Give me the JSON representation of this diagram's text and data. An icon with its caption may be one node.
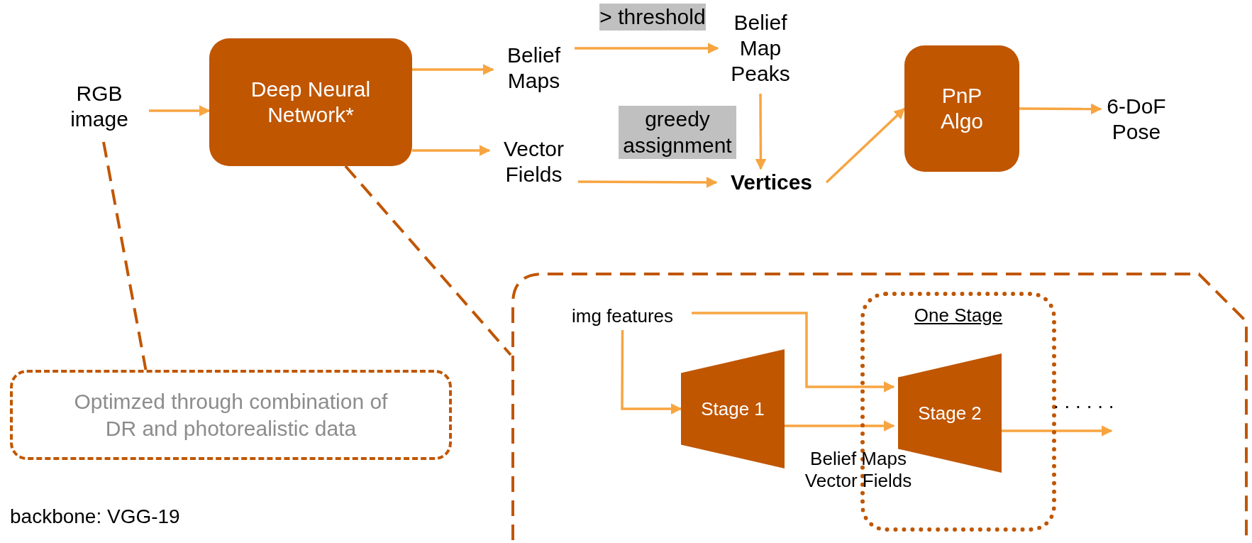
{
  "diagram": {
    "nodes": [
      {
        "text": [
          "RGB image"
        ]
      },
      {
        "text": [
          "Deep Neural Network*"
        ]
      },
      {
        "text": [
          "Belief Maps"
        ]
      },
      {
        "text": [
          "Vector Fields"
        ]
      },
      {
        "text": [
          "Belief Map Peaks"
        ]
      },
      {
        "text": [
          "Vertices"
        ]
      },
      {
        "text": [
          "PnP Algo"
        ]
      },
      {
        "text": [
          "6-DoF Pose"
        ]
      },
      {
        "text": [],
        "shape": "box"
      },
      {
        "text": [
          "img features"
        ],
        "in": 8
      },
      {
        "text": [
          "One Stage"
        ],
        "in": 8
      },
      {
        "text": [
          "Stage 1"
        ],
        "in": 8
      },
      {
        "text": [
          "Stage 2"
        ],
        "in": 10
      },
      {
        "text": [
          "Optimzed through combination of DR and photorealistic data"
        ]
      }
    ],
    "edges": [
      {
        "from": 0,
        "to": 1,
        "arrow": "to"
      },
      {
        "from": 1,
        "to": 2,
        "arrow": "to"
      },
      {
        "from": 1,
        "to": 3,
        "arrow": "to"
      },
      {
        "from": 2,
        "to": 4,
        "arrow": "to",
        "label": "> threshold"
      },
      {
        "from": 4,
        "to": 5,
        "arrow": "to"
      },
      {
        "from": 3,
        "to": 5,
        "arrow": "to",
        "label": "greedy assignment"
      },
      {
        "from": 5,
        "to": 6,
        "arrow": "to"
      },
      {
        "from": 6,
        "to": 7,
        "arrow": "to"
      },
      {
        "from": 9,
        "to": 11,
        "arrow": "to"
      },
      {
        "from": 9,
        "to": 12,
        "arrow": "to"
      },
      {
        "from": 11,
        "to": 12,
        "arrow": "to",
        "label": "Belief Maps Vector Fields"
      },
      {
        "from": 12,
        "to": null,
        "arrow": "to"
      },
      {
        "from": 0,
        "to": 13,
        "arrow": "none",
        "style": "dashed",
        "color": "#c05600"
      },
      {
        "from": 1,
        "to": 8,
        "arrow": "none",
        "style": "dashed",
        "color": "#c05600"
      }
    ],
    "labels": [
      ". . . . . .",
      "backbone: VGG-19"
    ]
  }
}
